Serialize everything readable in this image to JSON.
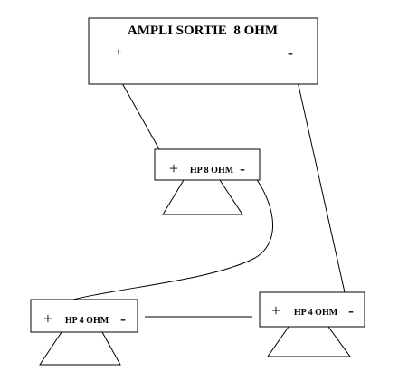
{
  "amplifier": {
    "title": "AMPLI SORTIE  8 OHM",
    "plus": "+",
    "minus": "-"
  },
  "speakers": [
    {
      "label": "HP 8 OHM",
      "plus": "+",
      "minus": "-"
    },
    {
      "label": "HP 4 OHM",
      "plus": "+",
      "minus": "-"
    },
    {
      "label": "HP 4 OHM",
      "plus": "+",
      "minus": "-"
    }
  ],
  "colors": {
    "line": "#000000",
    "background": "#ffffff"
  }
}
